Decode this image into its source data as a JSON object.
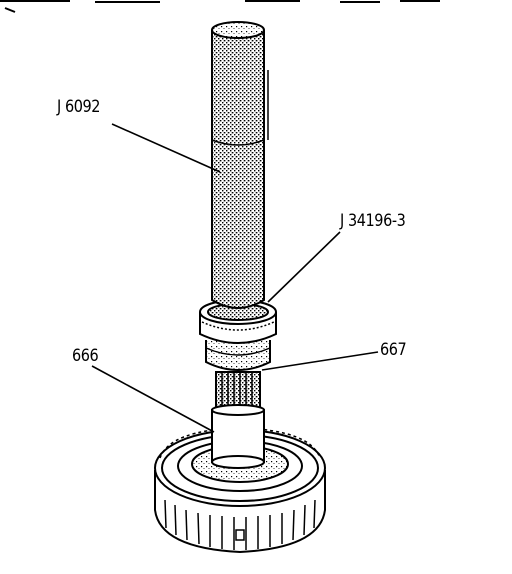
{
  "callouts": {
    "j6092": "J 6092",
    "j34196": "J 34196-3",
    "p666": "666",
    "p667": "667"
  },
  "colors": {
    "ink": "#000000",
    "shade": "#b0b0b0",
    "paper": "#ffffff"
  }
}
